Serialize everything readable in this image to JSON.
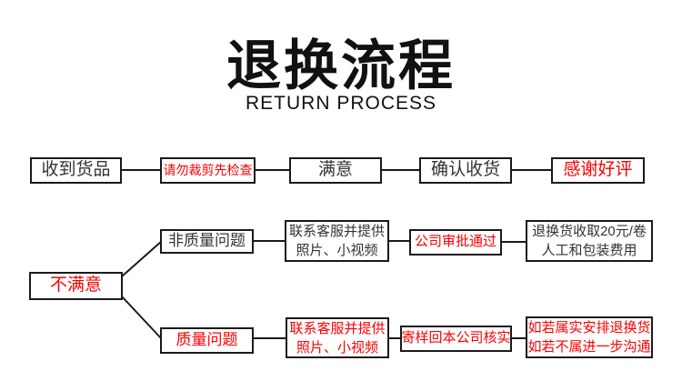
{
  "header": {
    "title": "退换流程",
    "subtitle": "RETURN PROCESS"
  },
  "colors": {
    "accent_red": "#fe0000",
    "text_black": "#333333",
    "border_black": "#1a1a1a",
    "background": "#ffffff"
  },
  "top_flow": [
    {
      "label": "收到货品",
      "emphasis": "black"
    },
    {
      "label": "请勿裁剪先检查",
      "emphasis": "red"
    },
    {
      "label": "满意",
      "emphasis": "black"
    },
    {
      "label": "确认收货",
      "emphasis": "black"
    },
    {
      "label": "感谢好评",
      "emphasis": "red"
    }
  ],
  "branch_flow": {
    "root": {
      "label": "不满意",
      "emphasis": "red"
    },
    "non_quality": {
      "category": "非质量问题",
      "contact": {
        "line1": "联系客服并提供",
        "line2": "照片、小视频"
      },
      "approval": "公司审批通过",
      "fee": {
        "line1": "退换货收取20元/卷",
        "line2": "人工和包装费用"
      }
    },
    "quality": {
      "category": "质量问题",
      "contact": {
        "line1": "联系客服并提供",
        "line2": "照片、小视频"
      },
      "verify": "寄样回本公司核实",
      "result": {
        "line1": "如若属实安排退换货",
        "line2": "如若不属进一步沟通"
      }
    }
  }
}
